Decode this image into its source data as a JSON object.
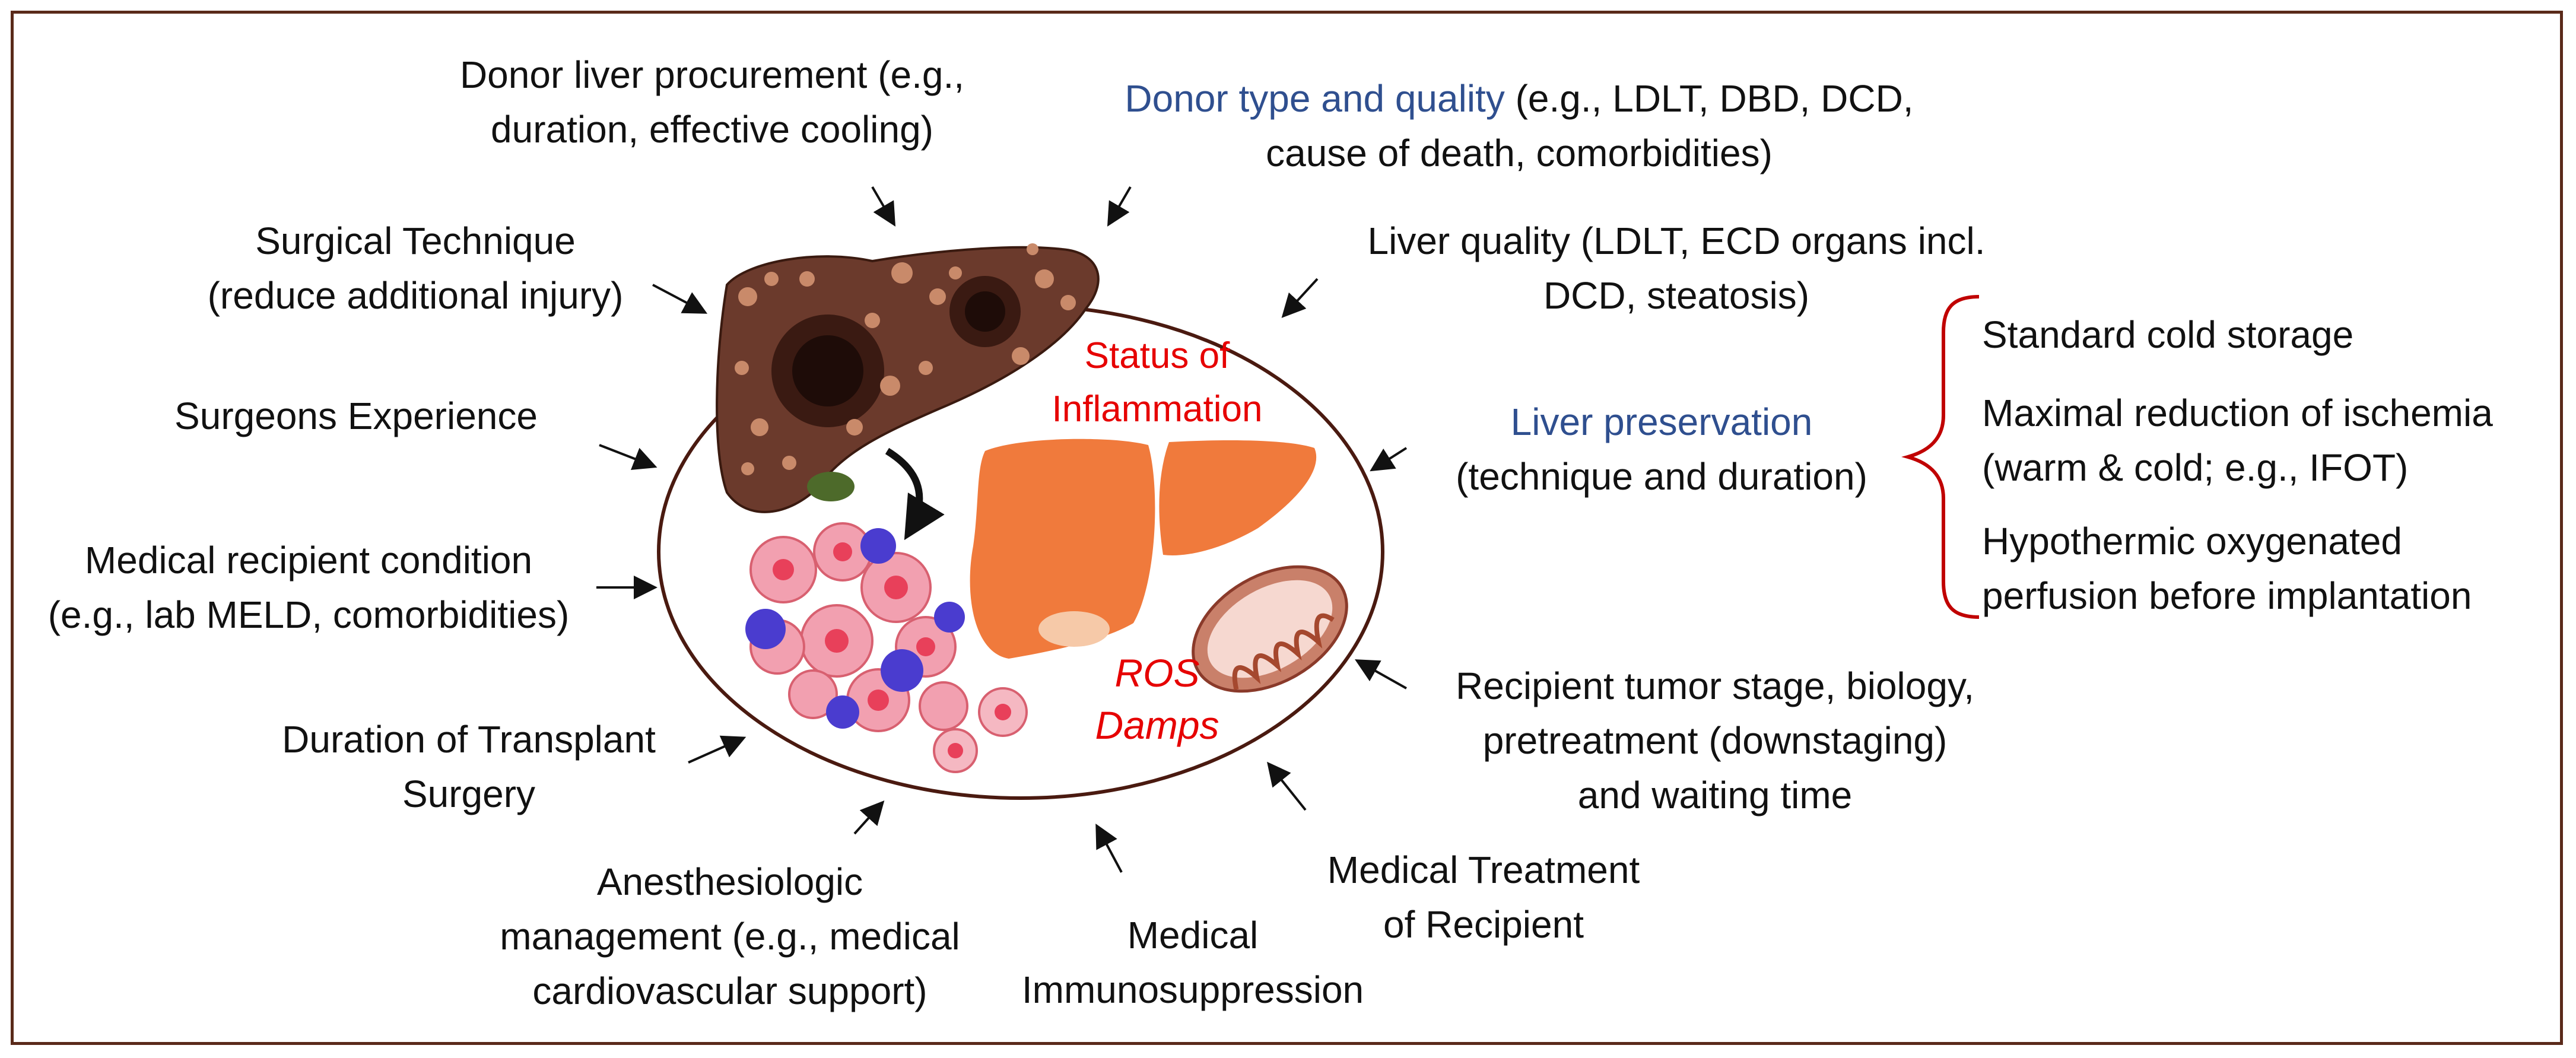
{
  "colors": {
    "frame": "#5a2a1a",
    "blue_heading": "#2f4f8f",
    "red_text": "#e60000",
    "bracket": "#c00000",
    "ellipse": "#4a1a10",
    "healthy_liver": "#f07a3c",
    "diseased_liver": "#6b3a2c",
    "tumor_pink": "#f2a0b0",
    "tumor_blue": "#4a3ccf"
  },
  "icons": [
    "diseased-liver-icon",
    "healthy-liver-icon",
    "tumor-cells-icon",
    "mitochondrion-icon"
  ],
  "labels": {
    "procurement": [
      "Donor liver procurement (e.g.,",
      "duration, effective cooling)"
    ],
    "donor_type_heading": "Donor type and quality",
    "donor_type_rest": " (e.g., LDLT, DBD, DCD,",
    "donor_type_line2": "cause of death, comorbidities)",
    "surgical": [
      "Surgical Technique",
      "(reduce additional injury)"
    ],
    "liver_quality": [
      "Liver quality (LDLT, ECD organs incl.",
      "DCD, steatosis)"
    ],
    "surgeons": "Surgeons Experience",
    "preservation_heading": "Liver preservation",
    "preservation_sub": "(technique and duration)",
    "preservation_options": [
      [
        "Standard cold storage"
      ],
      [
        "Maximal reduction of ischemia",
        "(warm & cold; e.g., IFOT)"
      ],
      [
        "Hypothermic oxygenated",
        "perfusion before implantation"
      ]
    ],
    "recipient_condition": [
      "Medical recipient condition",
      "(e.g., lab MELD, comorbidities)"
    ],
    "tumor_stage": [
      "Recipient tumor stage, biology,",
      "pretreatment (downstaging)",
      "and waiting time"
    ],
    "duration": [
      "Duration of Transplant",
      "Surgery"
    ],
    "anesthesiologic": [
      "Anesthesiologic",
      "management (e.g., medical",
      "cardiovascular support)"
    ],
    "immunosuppression": [
      "Medical",
      "Immunosuppression"
    ],
    "treatment": [
      "Medical Treatment",
      "of Recipient"
    ],
    "inflammation": [
      "Status of",
      "Inflammation"
    ],
    "ros": [
      "ROS",
      "Damps"
    ]
  }
}
